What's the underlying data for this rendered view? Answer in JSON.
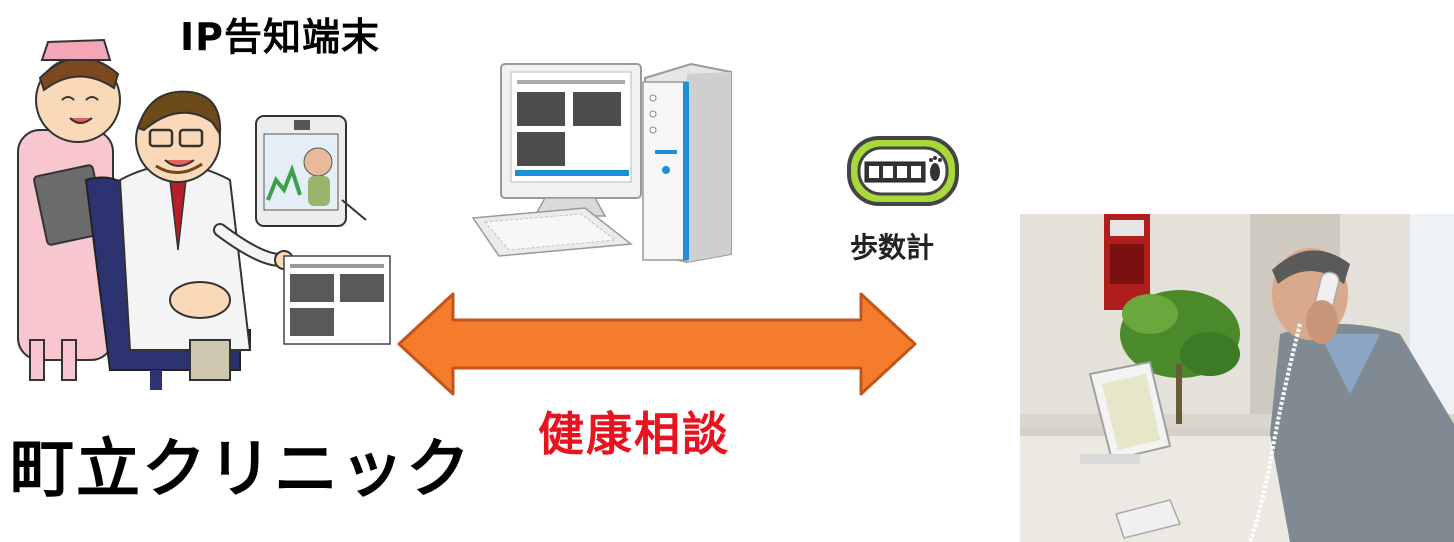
{
  "labels": {
    "terminal": "IP告知端末",
    "clinic": "町立クリニック",
    "consultation": "健康相談",
    "pedometer": "歩数計"
  },
  "colors": {
    "arrow_fill": "#f47c2c",
    "arrow_stroke": "#c2561a",
    "consultation_text": "#e8131e",
    "pedometer_frame": "#a8d83a",
    "computer_accent": "#1b8fd6"
  },
  "icons": {
    "clinic_illustration": "doctor-and-nurse-illustration",
    "computer": "desktop-computer-icon",
    "pedometer": "pedometer-icon",
    "arrow": "double-arrow-icon",
    "photo": "patient-on-phone-photo"
  }
}
